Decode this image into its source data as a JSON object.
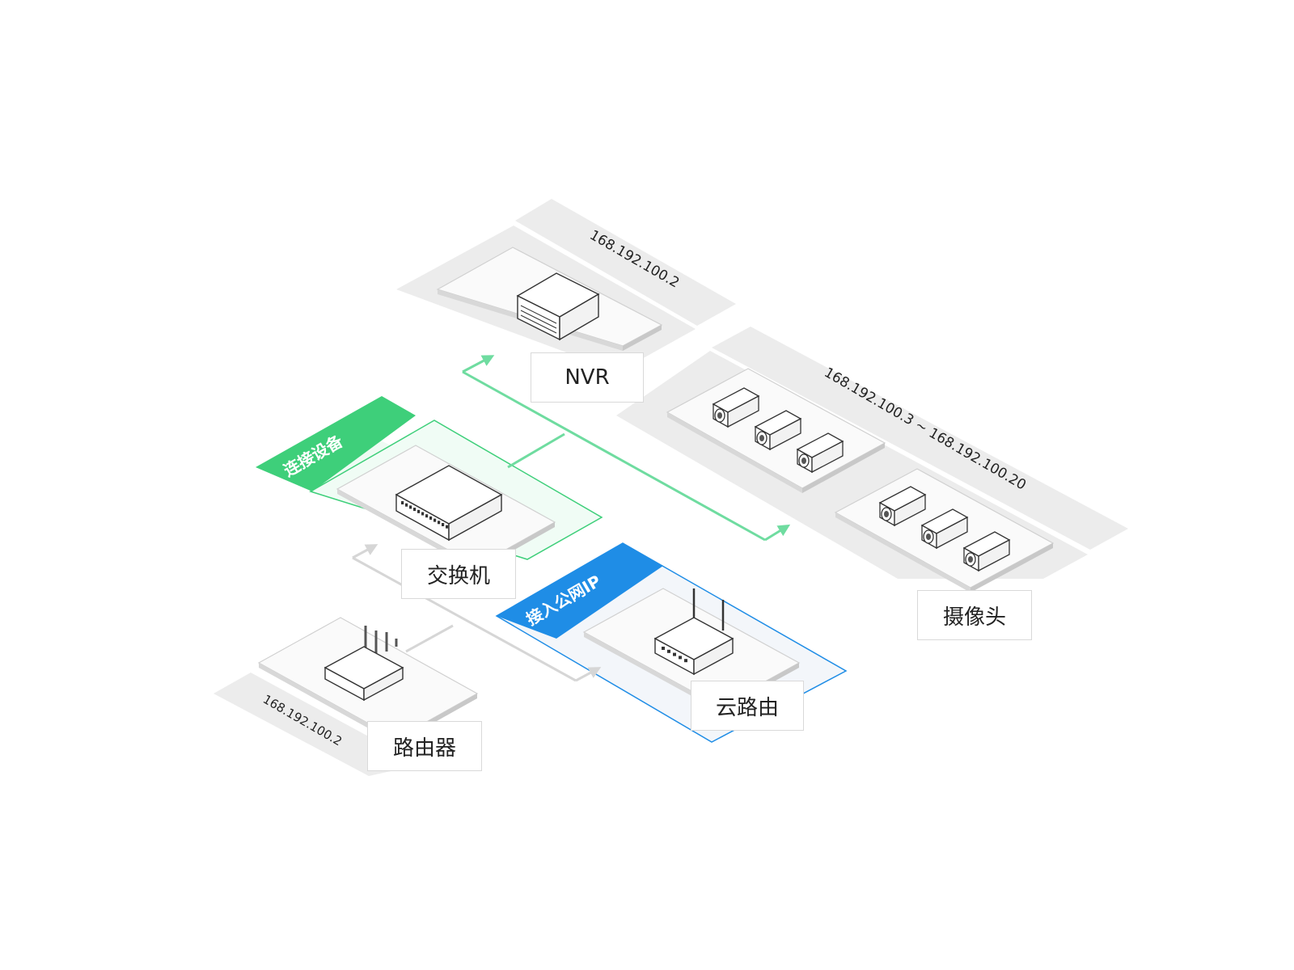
{
  "nodes": {
    "nvr": {
      "label": "NVR",
      "ip": "168.192.100.2"
    },
    "switch": {
      "label": "交换机",
      "badge": "连接设备"
    },
    "cameras": {
      "label": "摄像头",
      "ip_range": "168.192.100.3 ~ 168.192.100.20"
    },
    "cloud_router": {
      "label": "云路由",
      "badge": "接入公网IP"
    },
    "router": {
      "label": "路由器",
      "ip": "168.192.100.2"
    }
  },
  "colors": {
    "green_accent": "#3ecf7a",
    "blue_accent": "#1f8de6",
    "zone_gray": "#ececec",
    "line_gray": "#d6d6d6"
  },
  "icons": [
    "nvr-device-icon",
    "network-switch-icon",
    "camera-icon",
    "router-icon",
    "wireless-router-icon"
  ]
}
